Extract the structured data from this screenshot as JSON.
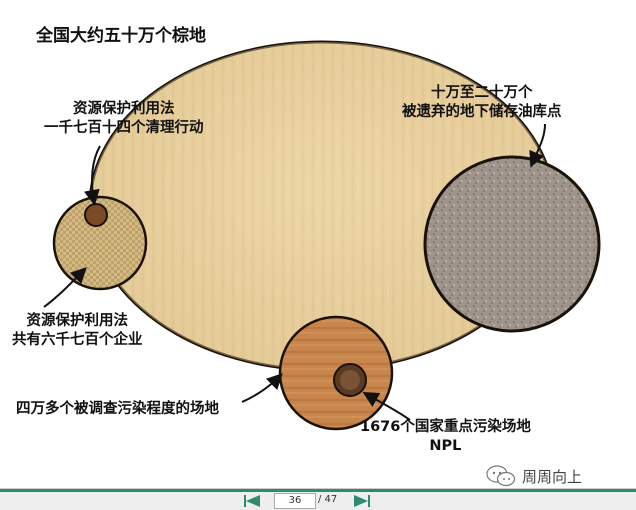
{
  "slide": {
    "title": "全国大约五十万个棕地",
    "labels": {
      "top_left_line1": "资源保护利用法",
      "top_left_line2": "一千七百十四个清理行动",
      "top_right_line1": "十万至二十万个",
      "top_right_line2": "被遗弃的地下储存油库点",
      "left_line1": "资源保护利用法",
      "left_line2": "共有六千七百个企业",
      "bottom_left": "四万多个被调查污染程度的场地",
      "bottom_right_line1": "1676个国家重点污染场地",
      "bottom_right_line2": "NPL"
    },
    "watermark": "周周向上",
    "colors": {
      "big_ellipse": "#e9d3a3",
      "outline": "#1a1208",
      "gravel": "#9a8f88",
      "burlap": "#c9b07a",
      "wood": "#c5824a",
      "dark_dot": "#5a3a22"
    }
  },
  "navbar": {
    "current_page": "36",
    "total_pages": "/ 47",
    "accent_color": "#2e8a70"
  }
}
